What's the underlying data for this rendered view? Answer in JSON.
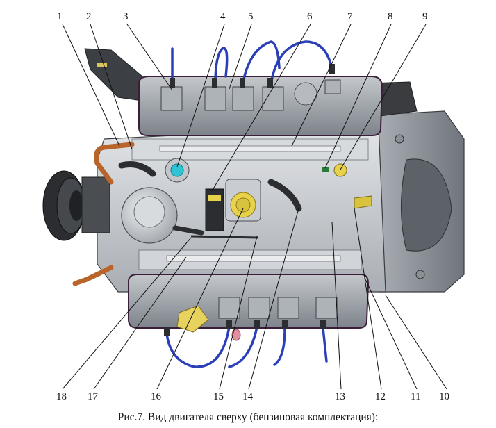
{
  "figure": {
    "caption": "Рис.7. Вид двигателя сверху (бензиновая комплектация):",
    "callouts": [
      "1",
      "2",
      "3",
      "4",
      "5",
      "6",
      "7",
      "8",
      "9",
      "10",
      "11",
      "12",
      "13",
      "14",
      "15",
      "16",
      "17",
      "18"
    ],
    "colors": {
      "engine_body": "#c9ccd0",
      "engine_shadow": "#8f949a",
      "valve_cover": "#9aa0a6",
      "dark_part": "#2b2d30",
      "ignition_wire": "#2a3fb8",
      "hose_copper": "#b8642a",
      "highlight_yellow": "#e8d24a",
      "cyan_cap": "#2ec4d6"
    }
  }
}
